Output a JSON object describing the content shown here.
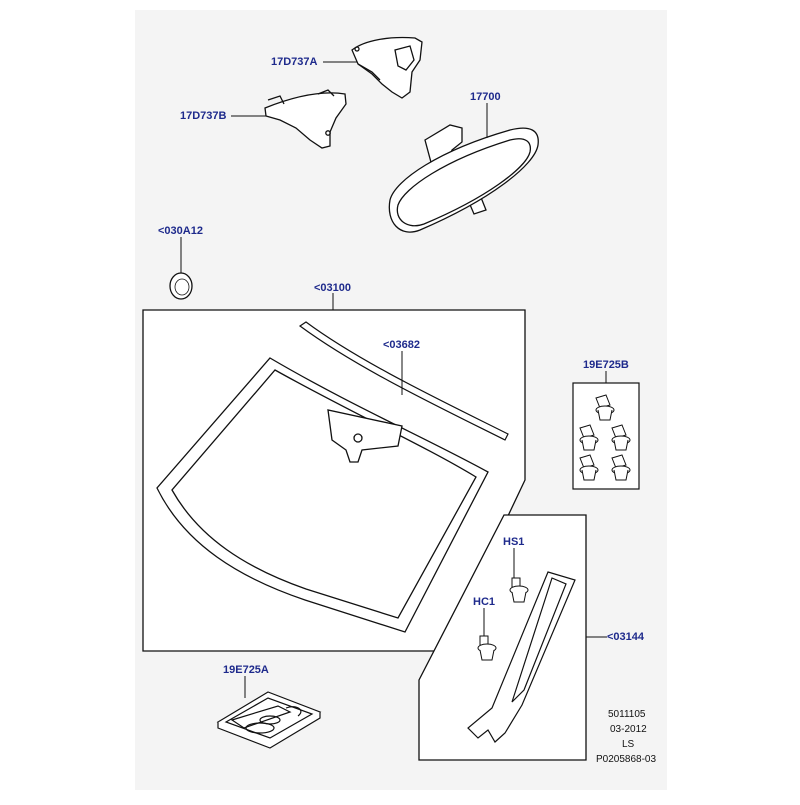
{
  "colors": {
    "label": "#1e2a8c",
    "line": "#111111",
    "panel": "#f4f4f4"
  },
  "labels": {
    "p17D737A": "17D737A",
    "p17D737B": "17D737B",
    "p17700": "17700",
    "p030A12": "<030A12",
    "p03100": "<03100",
    "p03682": "<03682",
    "p19E725B": "19E725B",
    "pHS1": "HS1",
    "pHC1": "HC1",
    "p03144": "<03144",
    "p19E725A": "19E725A"
  },
  "footer": {
    "line1": "5011105",
    "line2": "03-2012",
    "line3": "LS",
    "line4": "P0205868-03"
  }
}
